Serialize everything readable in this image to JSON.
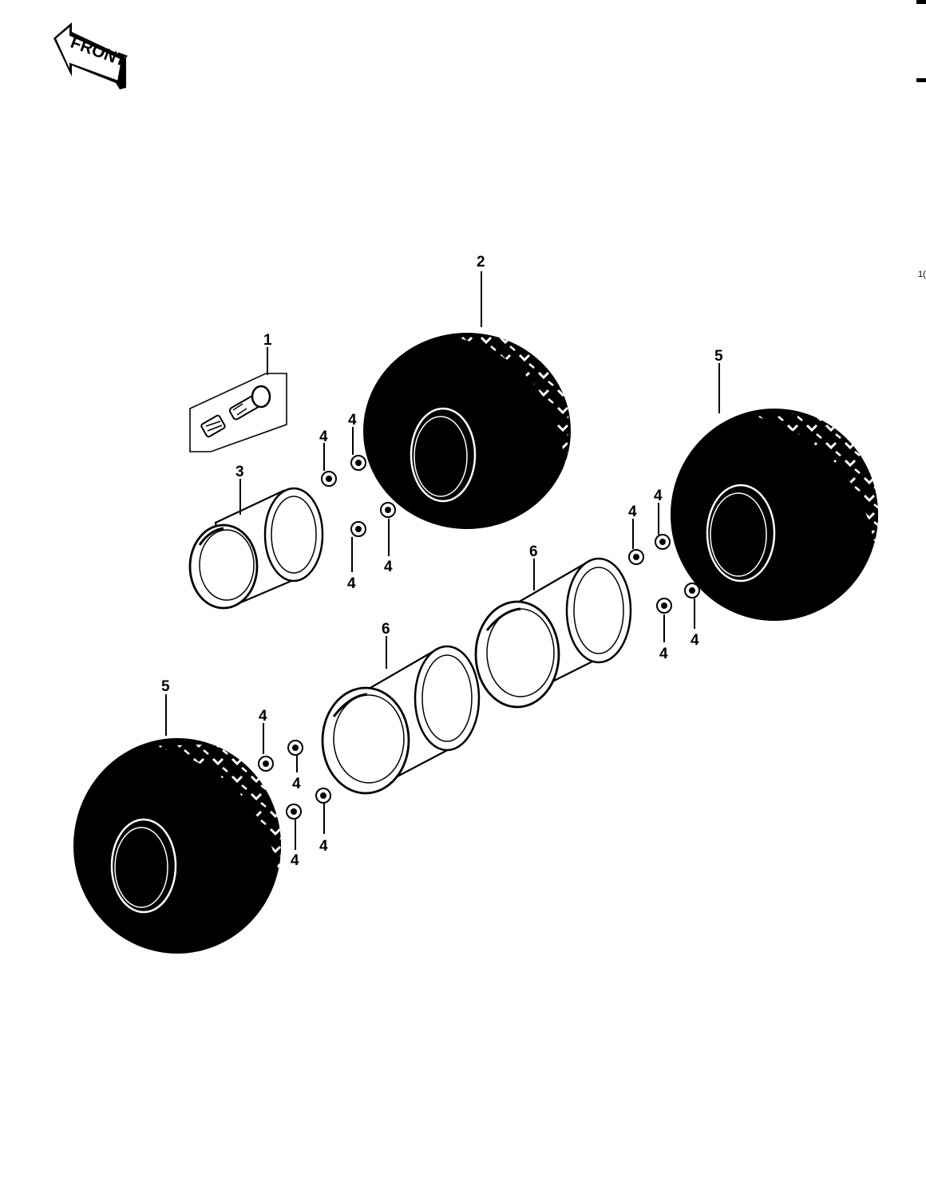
{
  "orientation_badge": {
    "label": "FRONT",
    "icon": "front-arrow-icon"
  },
  "callouts": {
    "c1": "1",
    "c2": "2",
    "c3": "3",
    "c4a": "4",
    "c4b": "4",
    "c4c": "4",
    "c4d": "4",
    "c4e": "4",
    "c4f": "4",
    "c4g": "4",
    "c4h": "4",
    "c4i": "4",
    "c4j": "4",
    "c4k": "4",
    "c4l": "4",
    "c5a": "5",
    "c5b": "5",
    "c6a": "6",
    "c6b": "6"
  },
  "margin": {
    "page_mark": "1("
  },
  "colors": {
    "ink": "#000000",
    "paper": "#ffffff"
  }
}
